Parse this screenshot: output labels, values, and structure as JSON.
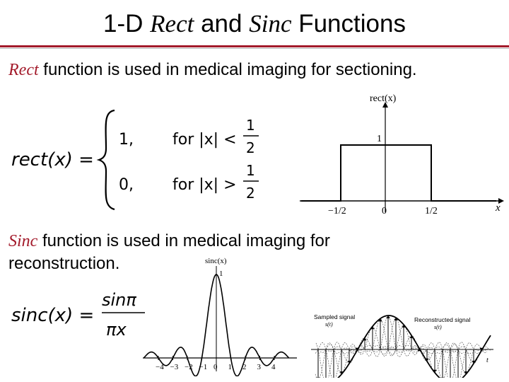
{
  "title": {
    "prefix": "1-D ",
    "rect_word": "Rect",
    "middle": " and ",
    "sinc_word": "Sinc",
    "suffix": " Functions"
  },
  "rect_section": {
    "term": "Rect",
    "text": " function is used in medical imaging for sectioning.",
    "formula": {
      "lhs": "rect(x) =",
      "case1_value": "1,",
      "case1_cond": "for |x| <",
      "case2_value": "0,",
      "case2_cond": "for |x| >",
      "frac_num": "1",
      "frac_den": "2"
    },
    "plot": {
      "ylabel": "rect(x)",
      "xlabel": "x",
      "height_label": "1",
      "tick_labels": [
        "−1/2",
        "0",
        "1/2"
      ]
    }
  },
  "sinc_section": {
    "term": "Sinc",
    "text_line1": " function is used in medical imaging for",
    "text_line2": "reconstruction.",
    "formula": {
      "lhs": "sinc(x) =",
      "numerator": "sinπ",
      "denominator": "πx"
    },
    "plot": {
      "ylabel": "sinc(x)",
      "peak_label": "1",
      "tick_labels": [
        "−4",
        "−3",
        "−2",
        "−1",
        "0",
        "1",
        "2",
        "3",
        "4"
      ]
    },
    "reconstruction_figure": {
      "sampled_label": "Sampled signal",
      "sampled_sub": "s(t)",
      "reconstructed_label": "Reconstructed signal",
      "reconstructed_sub": "s(t)",
      "axis_label": "t"
    }
  },
  "colors": {
    "accent": "#a31b2b",
    "text": "#000000"
  }
}
